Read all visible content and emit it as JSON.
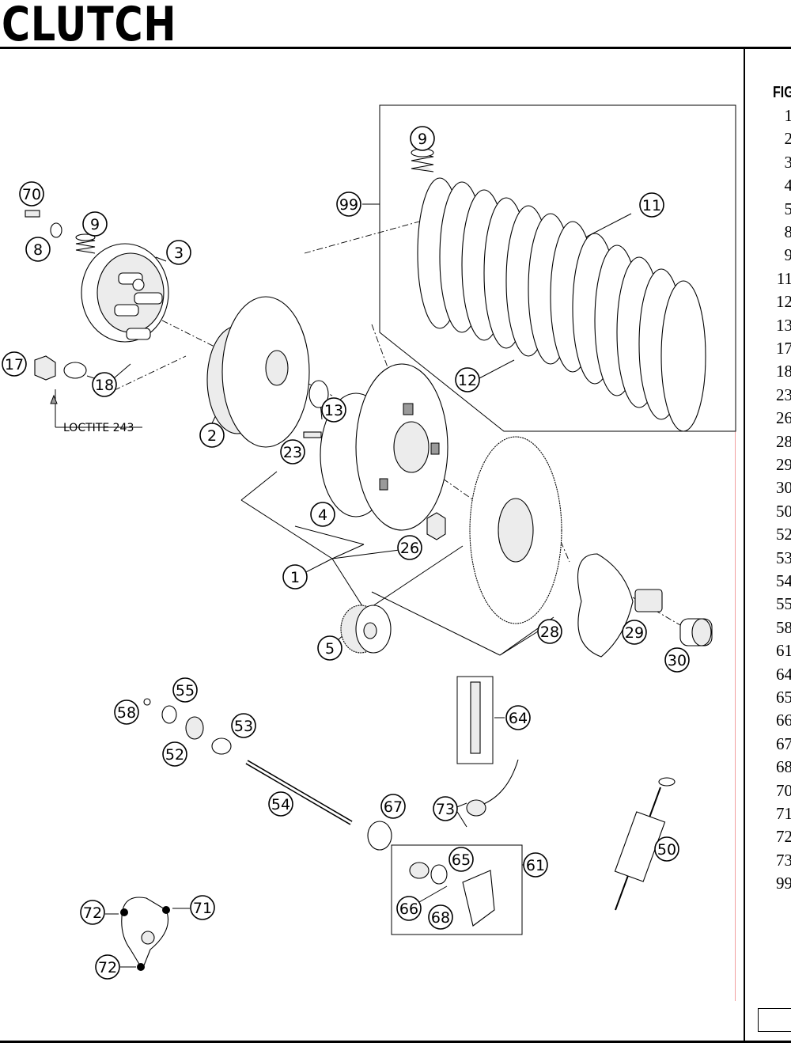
{
  "page": {
    "title": "CLUTCH",
    "list_header": "FIG",
    "loctite_label": "LOCTITE 243"
  },
  "callouts": [
    "70",
    "8",
    "9",
    "9",
    "3",
    "99",
    "11",
    "17",
    "18",
    "13",
    "2",
    "12",
    "23",
    "4",
    "26",
    "1",
    "5",
    "28",
    "29",
    "30",
    "55",
    "58",
    "53",
    "52",
    "64",
    "54",
    "67",
    "73",
    "65",
    "61",
    "50",
    "66",
    "68",
    "72",
    "71",
    "72"
  ],
  "parts_list": [
    "1",
    "2",
    "3",
    "4",
    "5",
    "8",
    "9",
    "11",
    "12",
    "13",
    "17",
    "18",
    "23",
    "26",
    "28",
    "29",
    "30",
    "50",
    "52",
    "53",
    "54",
    "55",
    "58",
    "61",
    "64",
    "65",
    "66",
    "67",
    "68",
    "70",
    "71",
    "72",
    "73",
    "99"
  ]
}
